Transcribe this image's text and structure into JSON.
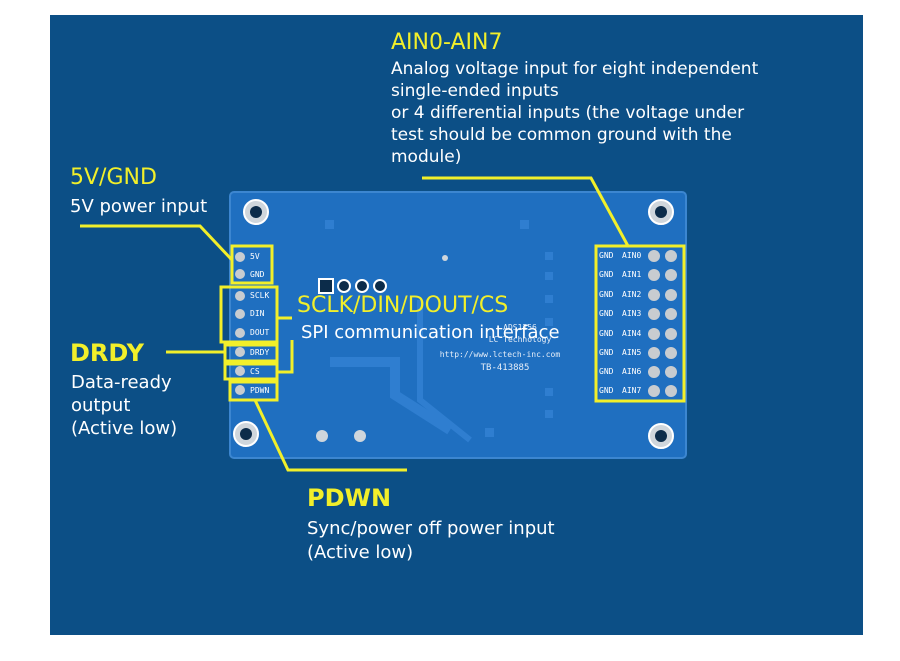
{
  "labels": {
    "ain": {
      "title": "AIN0-AIN7",
      "lines": [
        "Analog voltage input for eight independent",
        "single-ended inputs",
        "or 4 differential inputs (the voltage under",
        "test should be common ground with the",
        "module)"
      ]
    },
    "power": {
      "title": "5V/GND",
      "lines": [
        "5V power input"
      ]
    },
    "spi": {
      "title": "SCLK/DIN/DOUT/CS",
      "lines": [
        "SPI communication interface"
      ]
    },
    "drdy": {
      "title": "DRDY",
      "lines": [
        "Data-ready",
        "output",
        "(Active low)"
      ]
    },
    "pdwn": {
      "title": "PDWN",
      "lines": [
        "Sync/power off power input",
        "(Active low)"
      ]
    }
  },
  "board": {
    "left_pins": [
      "5V",
      "GND",
      "SCLK",
      "DIN",
      "DOUT",
      "DRDY",
      "CS",
      "PDWN"
    ],
    "right_pins": [
      {
        "gnd": "GND",
        "ain": "AIN0"
      },
      {
        "gnd": "GND",
        "ain": "AIN1"
      },
      {
        "gnd": "GND",
        "ain": "AIN2"
      },
      {
        "gnd": "GND",
        "ain": "AIN3"
      },
      {
        "gnd": "GND",
        "ain": "AIN4"
      },
      {
        "gnd": "GND",
        "ain": "AIN5"
      },
      {
        "gnd": "GND",
        "ain": "AIN6"
      },
      {
        "gnd": "GND",
        "ain": "AIN7"
      }
    ],
    "silkscreen": [
      "ADS1256",
      "LC Technology",
      "http://www.lctech-inc.com",
      "TB-413885"
    ]
  },
  "colors": {
    "background": "#0c4f86",
    "board": "#1f6fc0",
    "highlight": "#f2ef2a",
    "text": "#ffffff"
  }
}
